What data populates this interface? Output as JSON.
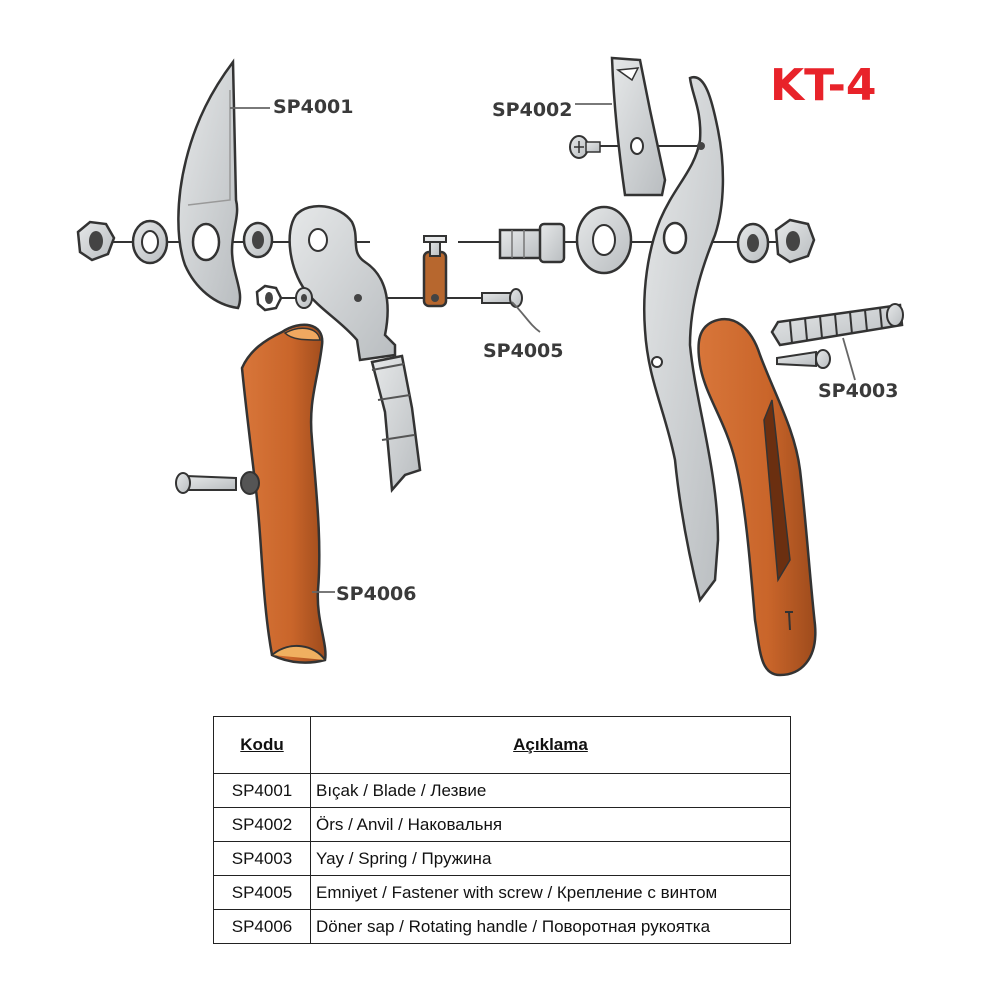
{
  "title": "KT-4",
  "callouts": {
    "blade": "SP4001",
    "anvil": "SP4002",
    "spring": "SP4003",
    "fastener": "SP4005",
    "handle": "SP4006"
  },
  "table": {
    "headers": {
      "code": "Kodu",
      "description": "Açıklama"
    },
    "rows": [
      {
        "code": "SP4001",
        "description": "Bıçak / Blade / Лезвие"
      },
      {
        "code": "SP4002",
        "description": "Örs / Anvil / Наковальня"
      },
      {
        "code": "SP4003",
        "description": "Yay / Spring / Пружина"
      },
      {
        "code": "SP4005",
        "description": "Emniyet / Fastener with screw / Крепление с винтом"
      },
      {
        "code": "SP4006",
        "description": "Döner sap / Rotating handle / Поворотная рукоятка"
      }
    ]
  },
  "colors": {
    "title": "#e8232a",
    "handle_orange": "#c9652a",
    "metal_grey": "#cfd2d4",
    "outline": "#333333"
  }
}
